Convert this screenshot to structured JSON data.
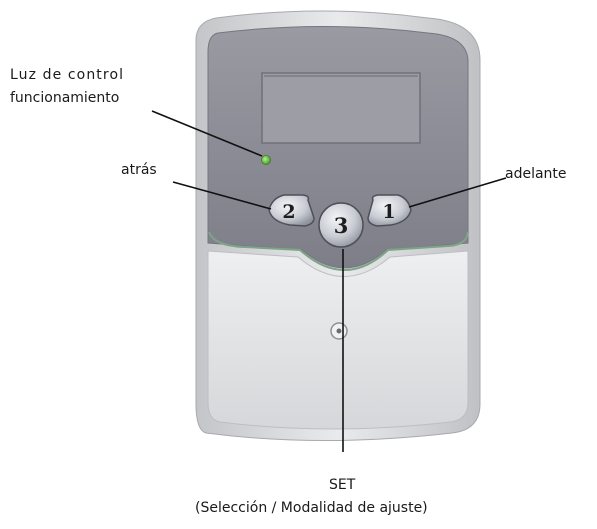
{
  "labels": {
    "led_line1": "Luz de control",
    "led_line2": "funcionamiento",
    "back": "atrás",
    "forward": "adelante",
    "set_line1": "SET",
    "set_line2": "(Selección / Modalidad de ajuste)"
  },
  "buttons": {
    "back_number": "2",
    "set_number": "3",
    "forward_number": "1"
  },
  "colors": {
    "top_panel": "#8a8a95",
    "bottom_panel": "#e4e5e7",
    "frame": "#c9cacd",
    "display": "#9d9ea5",
    "led": "#6ac14a",
    "leader_line": "#111111"
  }
}
